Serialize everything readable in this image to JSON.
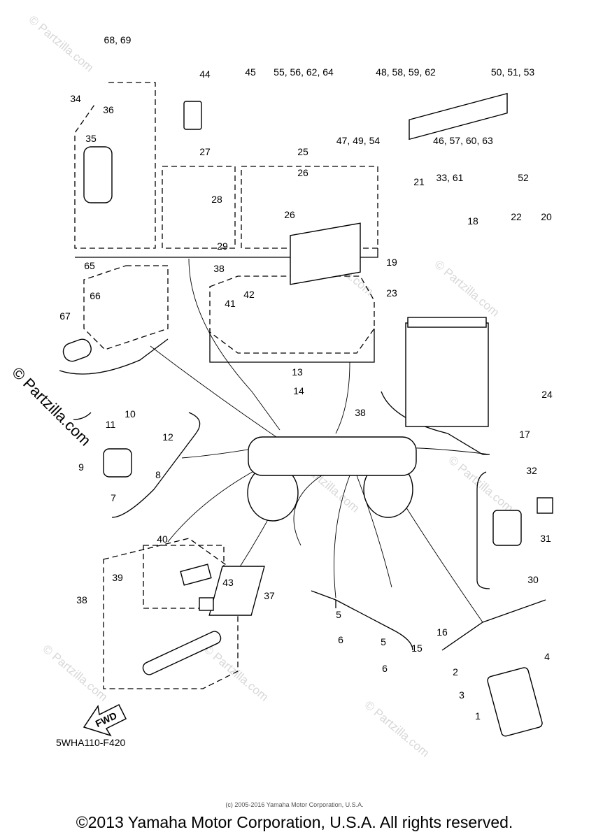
{
  "diagram": {
    "callouts": [
      "68, 69",
      "34",
      "36",
      "35",
      "44",
      "45",
      "55, 56, 62, 64",
      "48, 58, 59, 62",
      "50, 51, 53",
      "47, 49, 54",
      "46, 57, 60, 63",
      "27",
      "25",
      "26",
      "26",
      "28",
      "29",
      "33, 61",
      "52",
      "21",
      "22",
      "20",
      "18",
      "19",
      "23",
      "65",
      "38",
      "42",
      "41",
      "66",
      "67",
      "13",
      "14",
      "24",
      "38",
      "10",
      "11",
      "12",
      "17",
      "9",
      "8",
      "7",
      "32",
      "31",
      "30",
      "40",
      "39",
      "43",
      "38",
      "37",
      "5",
      "16",
      "6",
      "5",
      "15",
      "6",
      "4",
      "2",
      "3",
      "1"
    ],
    "fwd_label": "FWD",
    "drawing_code": "5WHA110-F420",
    "watermark": "© Partzilla.com",
    "watermark_large": "© Partzilla.com"
  },
  "footer": {
    "copyright": "©2013 Yamaha Motor Corporation, U.S.A. All rights reserved.",
    "small_copyright": "(c) 2005-2016 Yamaha Motor Corporation, U.S.A."
  }
}
